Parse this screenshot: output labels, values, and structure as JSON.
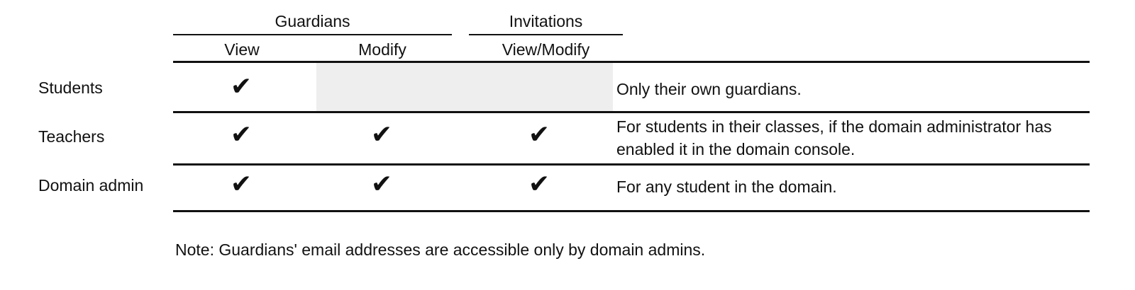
{
  "table": {
    "column_groups": [
      {
        "label": "Guardians",
        "span": 2
      },
      {
        "label": "Invitations",
        "span": 1
      }
    ],
    "columns": [
      {
        "label": "View"
      },
      {
        "label": "Modify"
      },
      {
        "label": "View/Modify"
      }
    ],
    "rows": [
      {
        "label": "Students",
        "view": "✔",
        "modify": "",
        "view_modify": "",
        "modify_disabled": true,
        "description": "Only their own guardians."
      },
      {
        "label": "Teachers",
        "view": "✔",
        "modify": "✔",
        "view_modify": "✔",
        "modify_disabled": false,
        "description": "For students in their classes, if the domain administrator has enabled it in the domain console."
      },
      {
        "label": "Domain admin",
        "view": "✔",
        "modify": "✔",
        "view_modify": "✔",
        "modify_disabled": false,
        "description": "For any student in the domain."
      }
    ]
  },
  "note": "Note: Guardians' email addresses are accessible only by domain admins.",
  "colors": {
    "text": "#111111",
    "rule": "#111111",
    "shaded_cell": "#eeeeee",
    "background": "#ffffff"
  }
}
